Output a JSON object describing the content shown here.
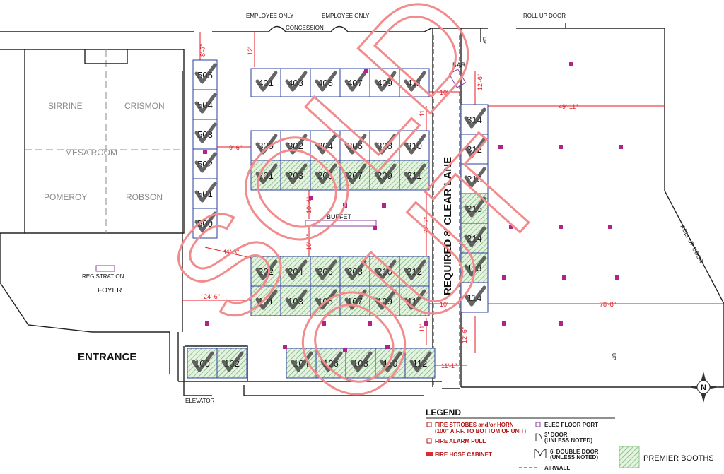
{
  "labels": {
    "employee_only_1": "EMPLOYEE ONLY",
    "employee_only_2": "EMPLOYEE ONLY",
    "concession": "CONCESSION",
    "roll_up_door_top": "ROLL UP DOOR",
    "roll_up_door_side": "ROLL UP DOOR",
    "bar": "BAR",
    "buffet": "BUFFET",
    "registration": "REGISTRATION",
    "foyer": "FOYER",
    "entrance": "ENTRANCE",
    "elevator": "ELEVATOR",
    "clear_lane": "REQUIRED 8' CLEAR LANE",
    "up_1": "UP",
    "up_2": "UP",
    "north": "N"
  },
  "rooms": {
    "mesa": "MESA ROOM",
    "sirrine": "SIRRINE",
    "crismon": "CRISMON",
    "pomeroy": "POMEROY",
    "robson": "ROBSON"
  },
  "dimensions": {
    "d1": "8'-7\"",
    "d2": "12'",
    "d3": "9'-6\"",
    "d4": "10'-4\"",
    "d5": "10'-4\"",
    "d6": "11'-3\"",
    "d7": "24'-6\"",
    "d8": "22'-7\"",
    "d9": "10'",
    "d10": "10'",
    "d11": "11'",
    "d12": "11'",
    "d13": "12'-6\"",
    "d14": "12'-6\"",
    "d15": "49'-11\"",
    "d16": "78'-8\"",
    "d17": "11'-1\""
  },
  "booths": {
    "row400": [
      "401",
      "403",
      "405",
      "407",
      "409",
      "411"
    ],
    "row300": [
      "300",
      "302",
      "304",
      "306",
      "308",
      "310"
    ],
    "row201": [
      "201",
      "203",
      "205",
      "207",
      "209",
      "211"
    ],
    "row202": [
      "202",
      "204",
      "206",
      "208",
      "210",
      "212"
    ],
    "row101": [
      "101",
      "103",
      "105",
      "107",
      "109",
      "111"
    ],
    "row100": [
      "100",
      "102"
    ],
    "row104": [
      "104",
      "106",
      "108",
      "110",
      "112"
    ],
    "col500": [
      "505",
      "504",
      "503",
      "502",
      "501",
      "500"
    ],
    "col300": [
      "314",
      "312",
      "213",
      "215",
      "214",
      "113",
      "114"
    ]
  },
  "overlay": {
    "sold": "SOLD",
    "out": "OUT"
  },
  "legend": {
    "title": "LEGEND",
    "fire_strobes": "FIRE STROBES and/or HORN",
    "fire_strobes_note": "(100\" A.F.F. TO BOTTOM OF UNIT)",
    "fire_alarm": "FIRE ALARM PULL",
    "fire_hose": "FIRE HOSE CABINET",
    "elec_port": "ELEC FLOOR PORT",
    "door3": "3' DOOR",
    "door3_note": "(UNLESS NOTED)",
    "door6": "6' DOUBLE DOOR",
    "door6_note": "(UNLESS NOTED)",
    "airwall": "AIRWALL",
    "premier": "PREMIER BOOTHS"
  },
  "colors": {
    "booth_outline": "#2b3f9c",
    "premier_hatch": "#7fc27f",
    "dimension_red": "#e31b23",
    "sold_out_pink": "#f28b8b",
    "floor_port": "#b0228c"
  }
}
